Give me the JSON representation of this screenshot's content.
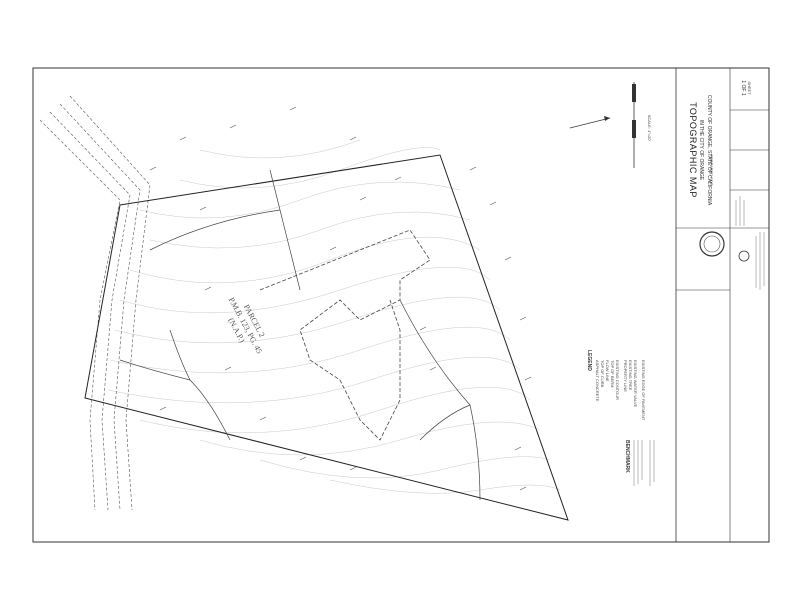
{
  "title_block": {
    "title": "TOPOGRAPHIC MAP",
    "subtitle": "IN THE CITY OF ORANGE",
    "county": "COUNTY OF ORANGE, STATE OF CALIFORNIA",
    "prepared_label": "PREPARED FOR",
    "sheet_label": "SHEET",
    "sheet_value": "1 OF 1",
    "scale_text": "SCALE: 1\"=20'"
  },
  "parcel": {
    "line1": "PARCEL 2",
    "line2": "P.M.B. 123, PG. 45",
    "line3": "(N.A.P.)"
  },
  "legend": {
    "heading": "LEGEND",
    "items": [
      "ASPHALT CONCRETE",
      "TOP OF CURB",
      "FLOW LINE",
      "TOP OF BERM",
      "EXISTING CONTOUR",
      "PROPERTY LINE",
      "EXISTING TREE",
      "EXISTING WATER VALVE",
      "EXISTING EDGE OF PAVEMENT"
    ]
  },
  "notes_heading": "BENCHMARK"
}
